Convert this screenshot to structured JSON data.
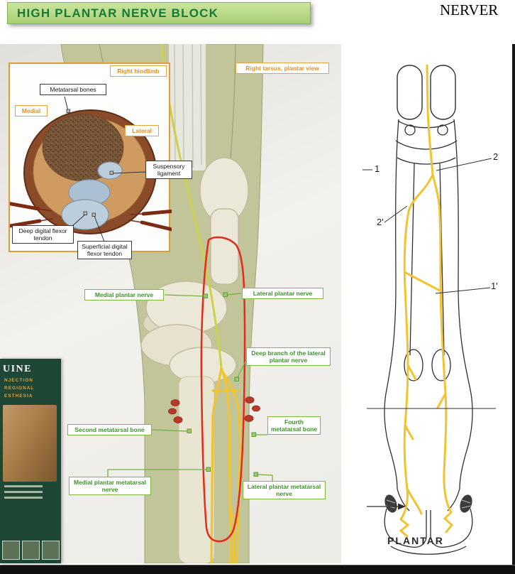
{
  "header": {
    "title": "HIGH PLANTAR NERVE BLOCK",
    "corner_text": "NERVER"
  },
  "left_figure": {
    "tarsus_view_label": "Right tarsus, plantar view",
    "inset": {
      "right_hindlimb": "Right hindlimb",
      "metatarsal_bones": "Metatarsal bones",
      "medial": "Medial",
      "lateral": "Lateral",
      "suspensory_ligament": "Suspensory ligament",
      "deep_digital_flexor_tendon": "Deep digital flexor tendon",
      "superficial_digital_flexor_tendon": "Superficial digital flexor tendon"
    },
    "labels": {
      "medial_plantar_nerve": "Medial plantar nerve",
      "lateral_plantar_nerve": "Lateral plantar nerve",
      "deep_branch_lateral_plantar_nerve": "Deep branch of the lateral plantar nerve",
      "second_metatarsal_bone": "Second metatarsal bone",
      "fourth_metatarsal_bone": "Fourth metatarsal bone",
      "medial_plantar_metatarsal_nerve": "Medial plantar metatarsal nerve",
      "lateral_plantar_metatarsal_nerve": "Lateral plantar metatarsal nerve"
    },
    "book_cover": {
      "title_fragment": "UINE",
      "subtitle_fragments": [
        "NJECTION",
        "REGIONAL",
        "ESTHESIA"
      ]
    }
  },
  "right_figure": {
    "markers": {
      "m2": "2",
      "m1": "1",
      "m2_prime": "2'",
      "m1_prime": "1'"
    },
    "caption": "PLANTAR"
  },
  "colors": {
    "banner_bg": "#b9d88a",
    "banner_text": "#157a36",
    "green_label": "#3d9427",
    "orange_label": "#de912c",
    "nerve_yellow": "#f0c431",
    "annotation_red": "#e32a1c"
  }
}
